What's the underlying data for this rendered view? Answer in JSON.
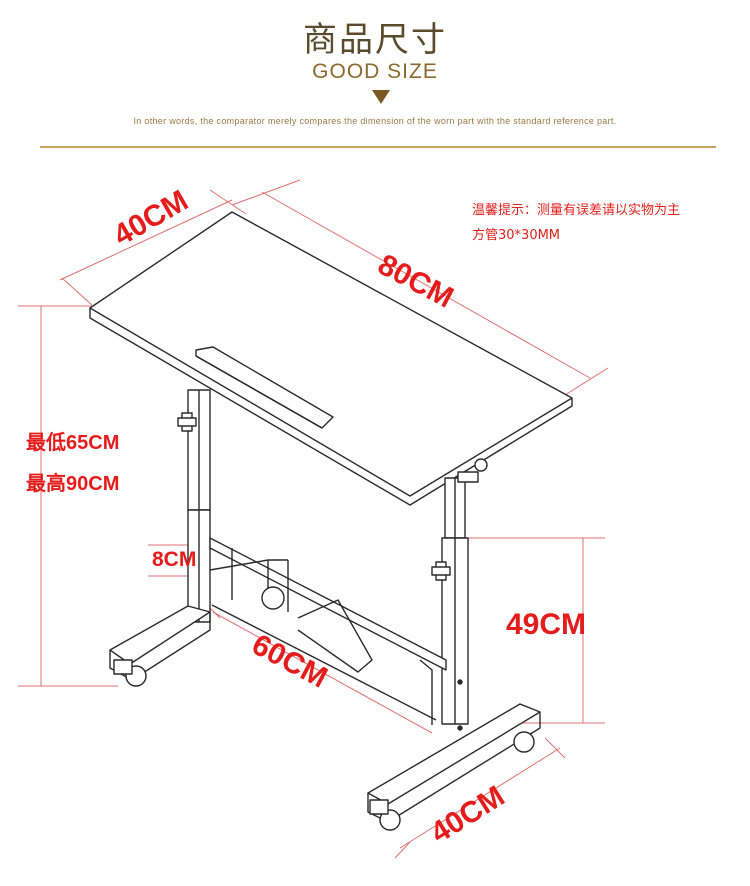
{
  "header": {
    "title": "商品尺寸",
    "subtitle": "GOOD SIZE",
    "description": "In other words, the comparator merely compares the dimension of the worn part with the standard reference part."
  },
  "note": {
    "line1": "温馨提示：测量有误差请以实物为主",
    "line2": "方管30*30MM"
  },
  "dimensions": {
    "top_depth": "40CM",
    "top_width": "80CM",
    "height_min": "最低65CM",
    "height_max": "最高90CM",
    "bar_height": "8CM",
    "base_length": "60CM",
    "lower_height": "49CM",
    "foot_width": "40CM"
  },
  "colors": {
    "accent": "#c8a15b",
    "dimension": "#e41c1c",
    "drawing": "#2a2a2a",
    "guide": "#e07070"
  }
}
